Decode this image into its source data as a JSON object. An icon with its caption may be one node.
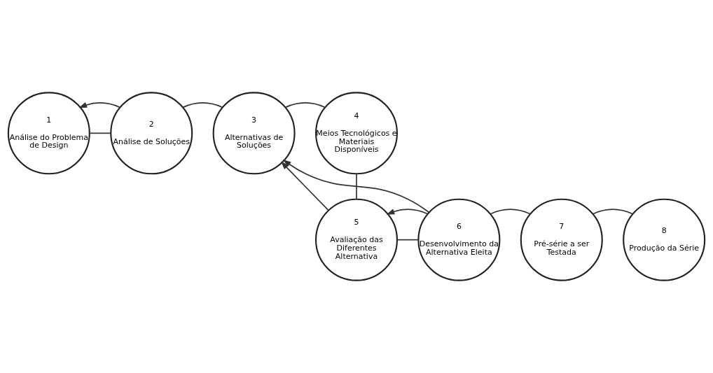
{
  "diagram": {
    "nodes": [
      {
        "text": [
          "1",
          "Análise do Problema de Design"
        ]
      },
      {
        "text": [
          "2",
          "Análise de Soluções"
        ]
      },
      {
        "text": [
          "3",
          "Alternativas de Soluções"
        ]
      },
      {
        "text": [
          "4",
          "Meios Tecnológicos e Materiais Disponíveis"
        ]
      },
      {
        "text": [
          "5",
          "Avaliação das Diferentes Alternativa"
        ]
      },
      {
        "text": [
          "6",
          "Desenvolvimento da Alternativa Eleita"
        ]
      },
      {
        "text": [
          "7",
          "Pré-série a ser Testada"
        ]
      },
      {
        "text": [
          "8",
          "Produção da Série"
        ]
      }
    ],
    "edges": [
      {
        "from": 0,
        "to": 1,
        "arrow": "none"
      },
      {
        "from": 1,
        "to": 2,
        "arrow": "none"
      },
      {
        "from": 2,
        "to": 3,
        "arrow": "none"
      },
      {
        "from": 3,
        "to": 4,
        "arrow": "none"
      },
      {
        "from": 4,
        "to": 5,
        "arrow": "none"
      },
      {
        "from": 5,
        "to": 6,
        "arrow": "none"
      },
      {
        "from": 6,
        "to": 7,
        "arrow": "none"
      },
      {
        "from": 1,
        "to": 0,
        "arrow": "to"
      },
      {
        "from": 5,
        "to": 2,
        "arrow": "to"
      },
      {
        "from": 5,
        "to": 4,
        "arrow": "to"
      },
      {
        "from": 4,
        "to": 2,
        "arrow": "to"
      }
    ]
  }
}
